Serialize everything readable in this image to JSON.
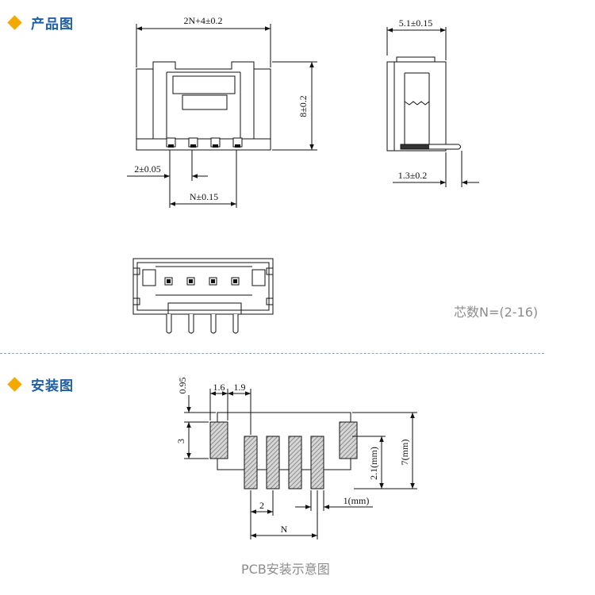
{
  "sections": {
    "product_title": "产品图",
    "install_title": "安装图"
  },
  "product": {
    "width_dim": "2N+4±0.2",
    "height_dim": "8±0.2",
    "pitch_dim": "2±0.05",
    "span_dim": "N±0.15",
    "depth_dim": "5.1±0.15",
    "pin_dim": "1.3±0.2",
    "pin_count_note": "芯数N=(2-16)"
  },
  "pcb": {
    "dim_095": "0.95",
    "dim_16": "1.6",
    "dim_19": "1.9",
    "dim_3": "3",
    "dim_21": "2.1(mm)",
    "dim_7": "7(mm)",
    "dim_2": "2",
    "dim_1": "1(mm)",
    "dim_N": "N",
    "caption": "PCB安装示意图"
  },
  "colors": {
    "accent": "#f5a800",
    "title": "#1f5fa8",
    "divider": "#8aa6c9",
    "caption": "#8c8c8c"
  }
}
